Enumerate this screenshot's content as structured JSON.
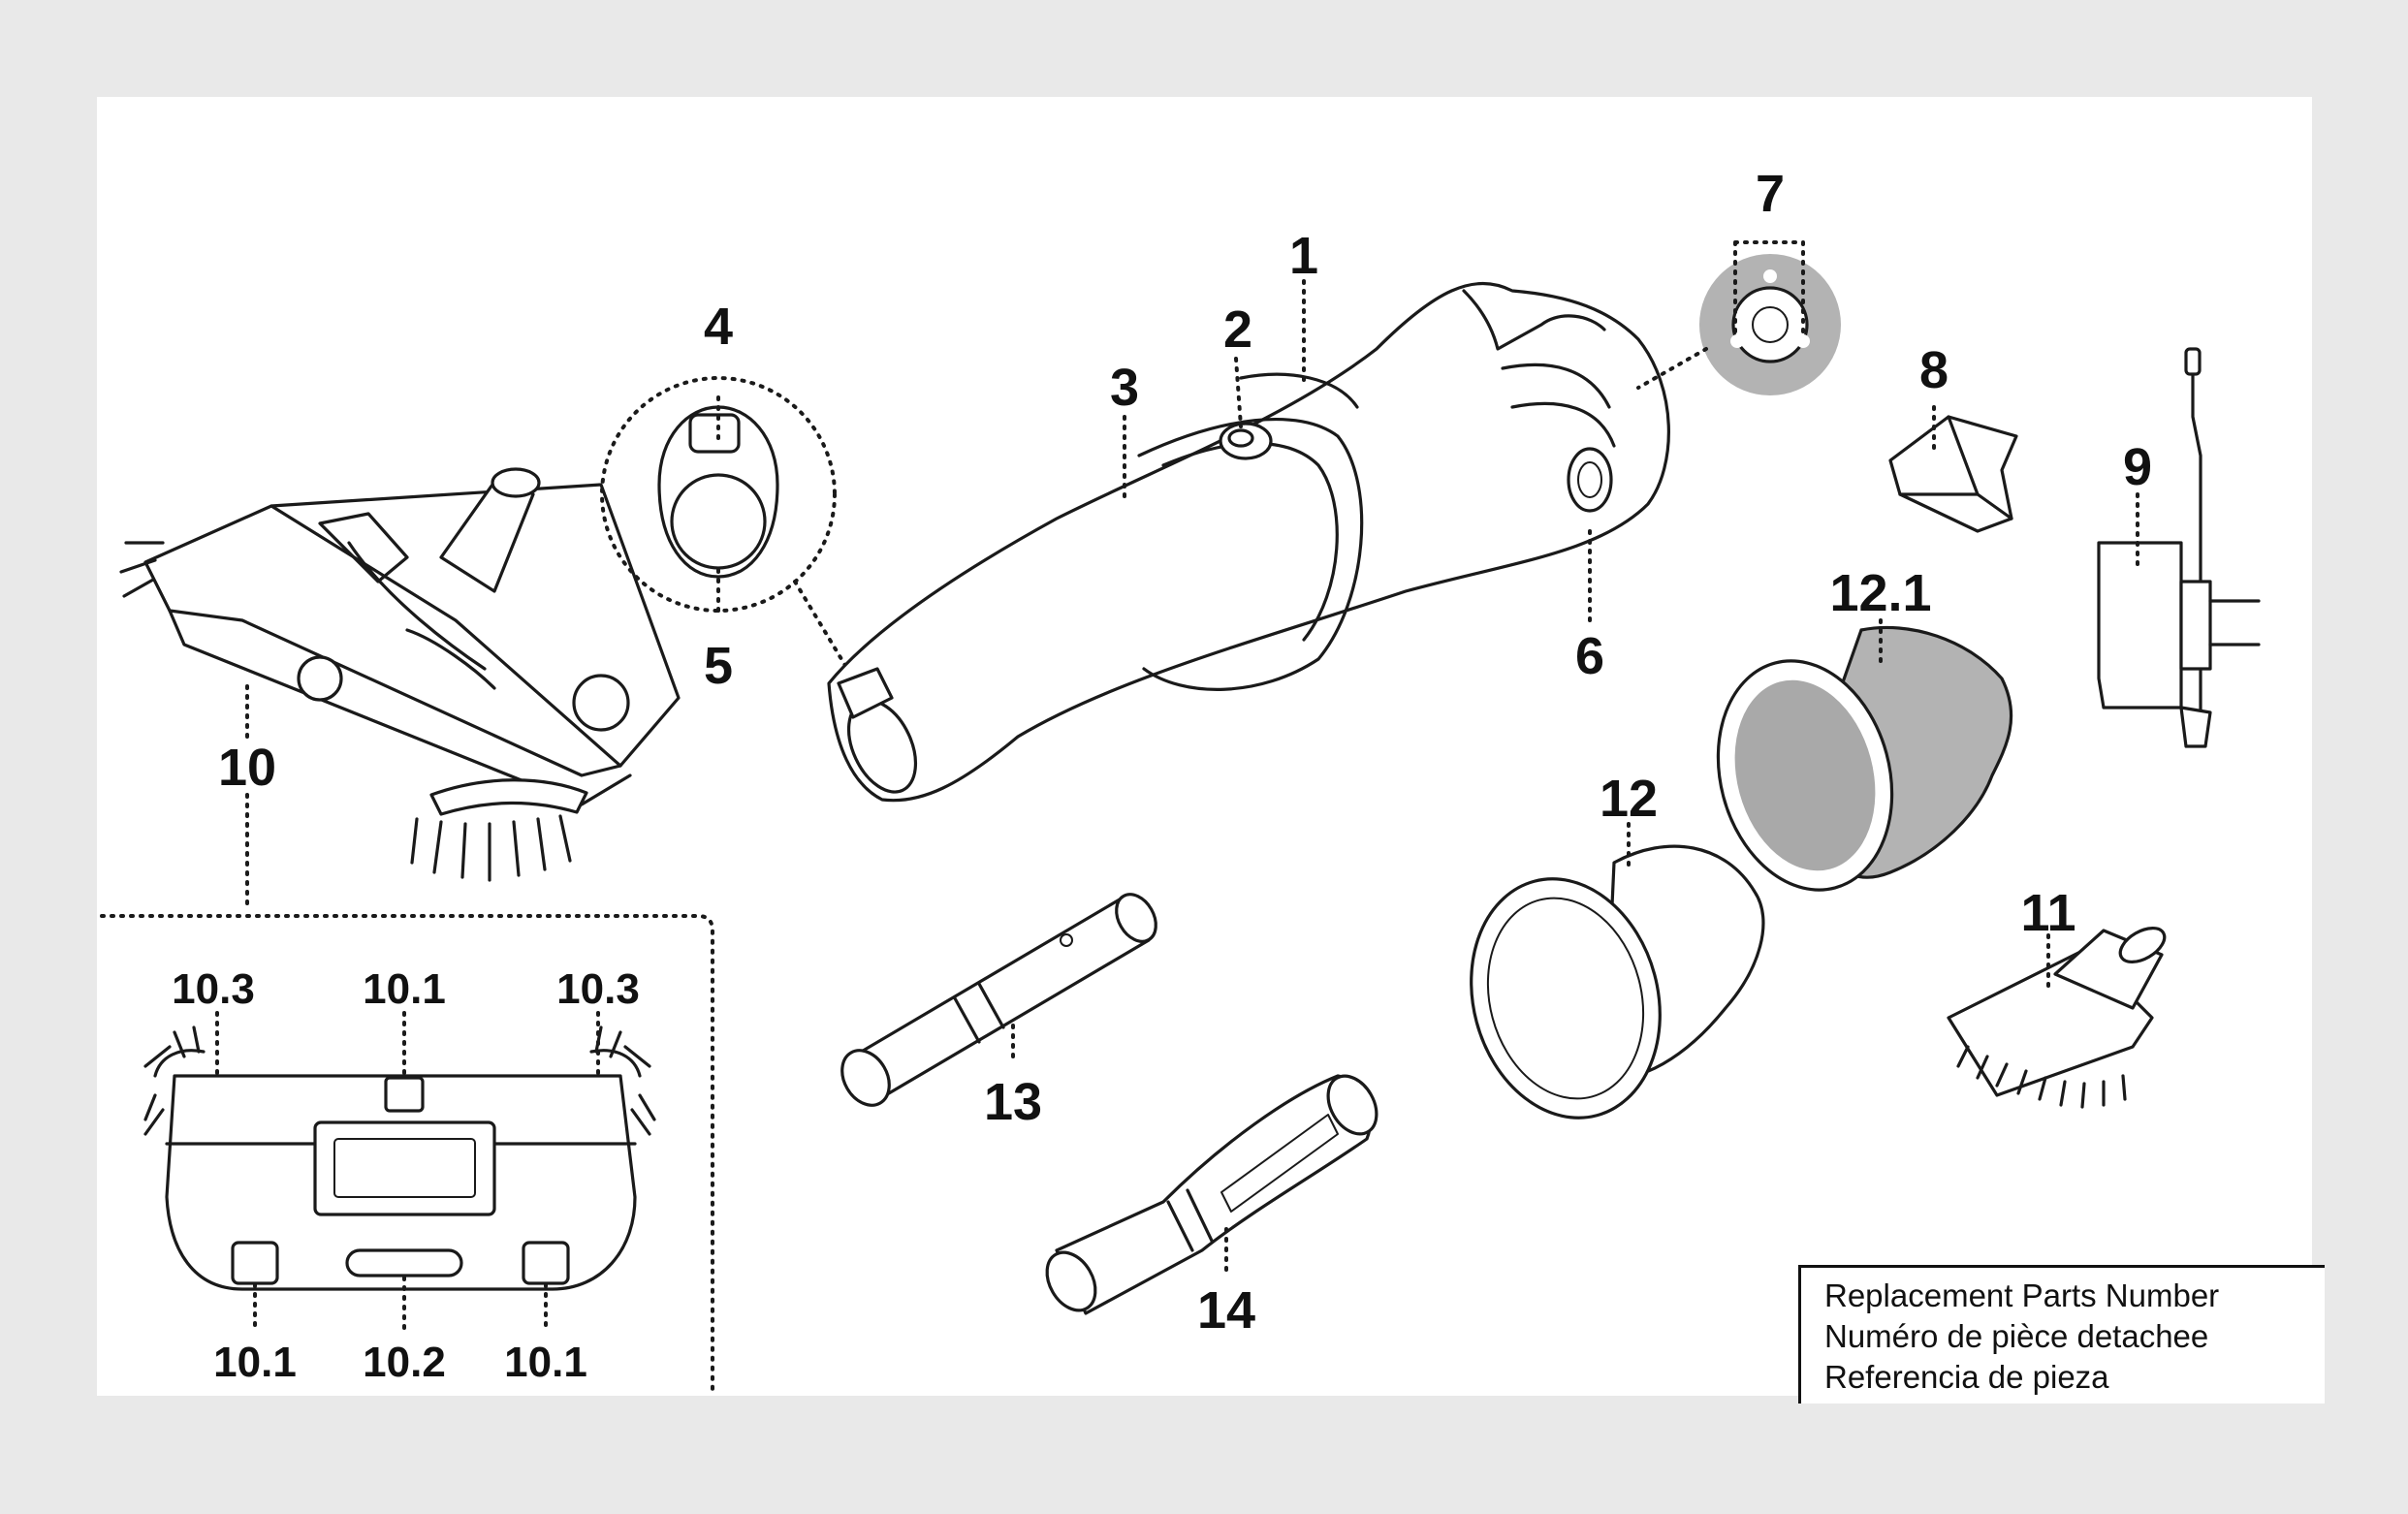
{
  "callouts": {
    "c1": "1",
    "c2": "2",
    "c3": "3",
    "c4": "4",
    "c5": "5",
    "c6": "6",
    "c7": "7",
    "c8": "8",
    "c9": "9",
    "c10": "10",
    "c11": "11",
    "c12": "12",
    "c12_1": "12.1",
    "c13": "13",
    "c14": "14"
  },
  "detail": {
    "tl_left": "10.3",
    "tl_mid": "10.1",
    "tl_right": "10.3",
    "bl_left": "10.1",
    "bl_mid": "10.2",
    "bl_right": "10.1"
  },
  "legend": {
    "line1": "Replacement Parts Number",
    "line2": "Numéro de pièce detachee",
    "line3": "Referencia de pieza"
  }
}
